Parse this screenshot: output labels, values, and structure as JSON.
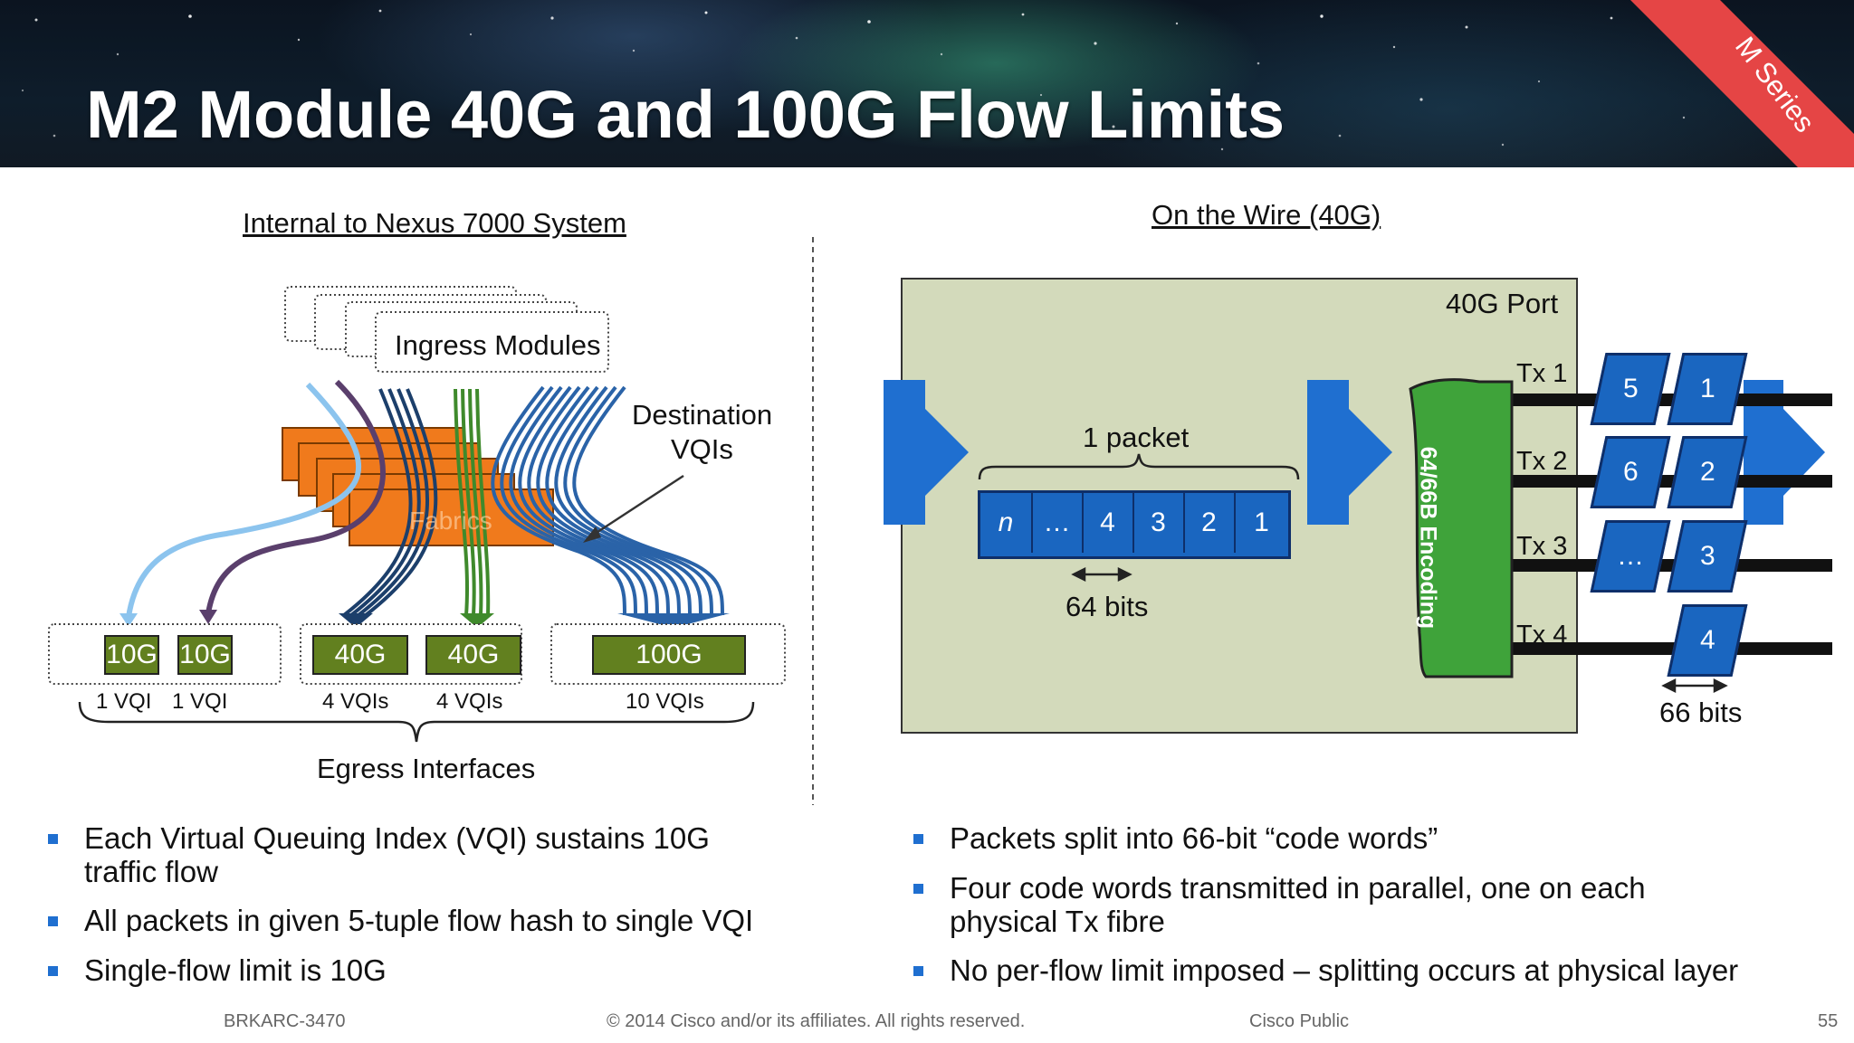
{
  "slide": {
    "title": "M2 Module 40G and 100G Flow Limits",
    "corner_tag": "M Series"
  },
  "left_panel": {
    "heading": "Internal to Nexus 7000 System",
    "ingress_label": "Ingress Modules",
    "fabric_label": "Fabrics",
    "dest_label_line1": "Destination",
    "dest_label_line2": "VQIs",
    "interfaces": [
      {
        "speed": "10G",
        "vqi": "1 VQI"
      },
      {
        "speed": "10G",
        "vqi": "1 VQI"
      },
      {
        "speed": "40G",
        "vqi": "4 VQIs"
      },
      {
        "speed": "40G",
        "vqi": "4 VQIs"
      },
      {
        "speed": "100G",
        "vqi": "10 VQIs"
      }
    ],
    "egress_label": "Egress Interfaces",
    "bullets": [
      "Each Virtual Queuing Index (VQI) sustains 10G traffic flow",
      "All packets in given 5-tuple flow hash to single VQI",
      "Single-flow limit is 10G"
    ]
  },
  "right_panel": {
    "heading": "On the Wire (40G)",
    "port_label": "40G Port",
    "packet_label": "1 packet",
    "packet_cells": [
      "n",
      "…",
      "4",
      "3",
      "2",
      "1"
    ],
    "cell_width_label": "64 bits",
    "encoding_label": "64/66B Encoding",
    "tx_lanes": [
      {
        "label": "Tx 1",
        "words": [
          "5",
          "1"
        ]
      },
      {
        "label": "Tx 2",
        "words": [
          "6",
          "2"
        ]
      },
      {
        "label": "Tx 3",
        "words": [
          "…",
          "3"
        ]
      },
      {
        "label": "Tx 4",
        "words": [
          "",
          "4"
        ]
      }
    ],
    "code_width_label": "66 bits",
    "bullets": [
      "Packets split into 66-bit “code words”",
      "Four code words transmitted in parallel, one on each physical Tx fibre",
      "No per-flow limit imposed – splitting occurs at physical layer"
    ]
  },
  "footer": {
    "session": "BRKARC-3470",
    "copyright": "© 2014 Cisco and/or its affiliates. All rights reserved.",
    "classification": "Cisco Public",
    "page": "55"
  },
  "colors": {
    "accent_blue": "#1f6fd0",
    "egress_green": "#62801f",
    "fabric_orange": "#f07a1c",
    "encoding_green": "#3fa33a",
    "port_background": "#d3dabb",
    "corner_red": "#e54545"
  }
}
